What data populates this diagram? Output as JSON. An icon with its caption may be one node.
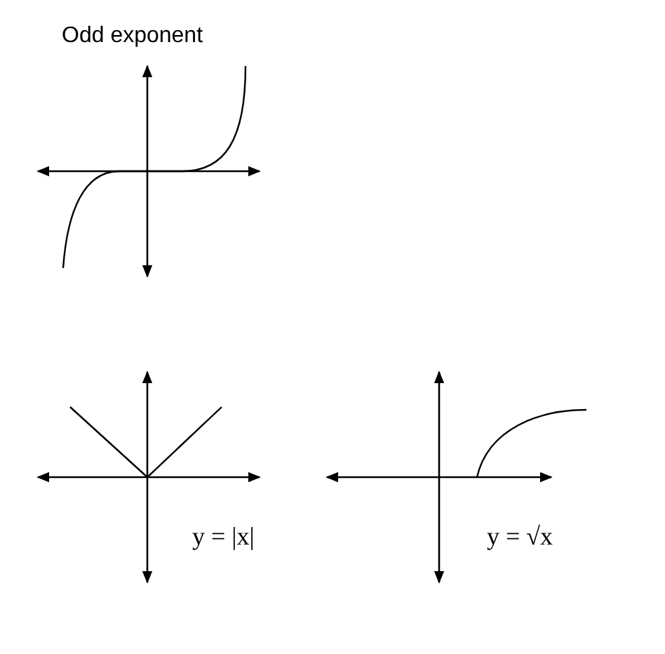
{
  "diagram": {
    "labels": [
      "Odd exponent",
      "y = |x|",
      "y = √x"
    ]
  }
}
